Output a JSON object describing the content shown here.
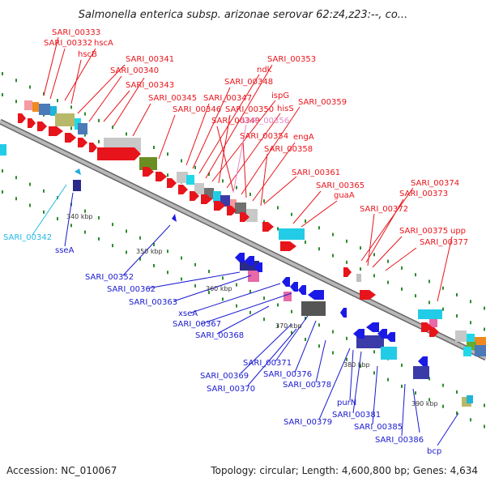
{
  "title": "Salmonella enterica subsp. arizonae serovar 62:z4,z23:--, co...",
  "footer": {
    "accession": "Accession: NC_010067",
    "topology": "Topology: circular; Length: 4,600,800 bp; Genes: 4,634"
  },
  "colors": {
    "forward_strand": "#e8141b",
    "reverse_strand": "#1a1ae6",
    "rna_label": "#23b9e6",
    "pseudo_label": "#e68ac8",
    "backbone": "#888888",
    "tick": "#2e8b2e"
  },
  "scale_labels": {
    "k340": "340 kbp",
    "k350": "350 kbp",
    "k360": "360 kbp",
    "k370": "370 kbp",
    "k380": "380 kbp",
    "k390": "390 kbp"
  },
  "labels_forward": {
    "SARI_00333": "SARI_00333",
    "SARI_00332": "SARI_00332",
    "hscA": "hscA",
    "hscB": "hscB",
    "SARI_00341": "SARI_00341",
    "SARI_00340": "SARI_00340",
    "SARI_00343": "SARI_00343",
    "SARI_00345": "SARI_00345",
    "SARI_00346": "SARI_00346",
    "SARI_00347": "SARI_00347",
    "SARI_00348": "SARI_00348",
    "ndk": "ndk",
    "SARI_00353": "SARI_00353",
    "ispG": "ispG",
    "SARI_00350": "SARI_00350",
    "hisS": "hisS",
    "SARI_00349": "SARI_00349",
    "SARI_00359": "SARI_00359",
    "SARI_00354": "SARI_00354",
    "engA": "engA",
    "SARI_00358": "SARI_00358",
    "SARI_00361": "SARI_00361",
    "SARI_00365": "SARI_00365",
    "guaA": "guaA",
    "SARI_00374": "SARI_00374",
    "SARI_00373": "SARI_00373",
    "SARI_00372": "SARI_00372",
    "SARI_00375": "SARI_00375",
    "upp": "upp",
    "SARI_00377": "SARI_00377"
  },
  "labels_other": {
    "SARI_00356": "SARI_00356",
    "SARI_00342": "SARI_00342"
  },
  "labels_reverse": {
    "sseA": "sseA",
    "SARI_00352": "SARI_00352",
    "SARI_00362": "SARI_00362",
    "SARI_00363": "SARI_00363",
    "xseA": "xseA",
    "SARI_00367": "SARI_00367",
    "SARI_00368": "SARI_00368",
    "SARI_00371": "SARI_00371",
    "SARI_00369": "SARI_00369",
    "SARI_00376": "SARI_00376",
    "SARI_00370": "SARI_00370",
    "SARI_00378": "SARI_00378",
    "purN": "purN",
    "SARI_00381": "SARI_00381",
    "SARI_00379": "SARI_00379",
    "SARI_00385": "SARI_00385",
    "SARI_00386": "SARI_00386",
    "bcp": "bcp"
  }
}
